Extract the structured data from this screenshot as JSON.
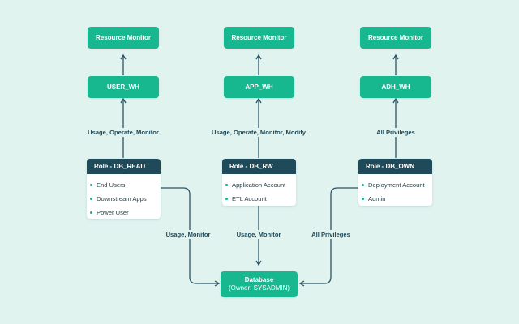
{
  "diagram": {
    "columns": [
      {
        "monitor": "Resource Monitor",
        "warehouse": "USER_WH",
        "grant_label": "Usage, Operate, Monitor",
        "role": {
          "title": "Role - DB_READ",
          "members": [
            "End Users",
            "Downstream Apps",
            "Power User"
          ]
        },
        "db_label": "Usage, Monitor"
      },
      {
        "monitor": "Resource Monitor",
        "warehouse": "APP_WH",
        "grant_label": "Usage, Operate, Monitor, Modify",
        "role": {
          "title": "Role - DB_RW",
          "members": [
            "Application Account",
            "ETL Account"
          ]
        },
        "db_label": "Usage, Monitor"
      },
      {
        "monitor": "Resource Monitor",
        "warehouse": "ADH_WH",
        "grant_label": "All Privileges",
        "role": {
          "title": "Role - DB_OWN",
          "members": [
            "Deployment Account",
            "Admin"
          ]
        },
        "db_label": "All Privileges"
      }
    ],
    "database": {
      "title": "Database",
      "subtitle": "(Owner: SYSADMIN)"
    },
    "colors": {
      "background": "#e0f3ef",
      "node_green": "#17b890",
      "role_header": "#1e4a5a",
      "connector": "#2c5566"
    }
  }
}
